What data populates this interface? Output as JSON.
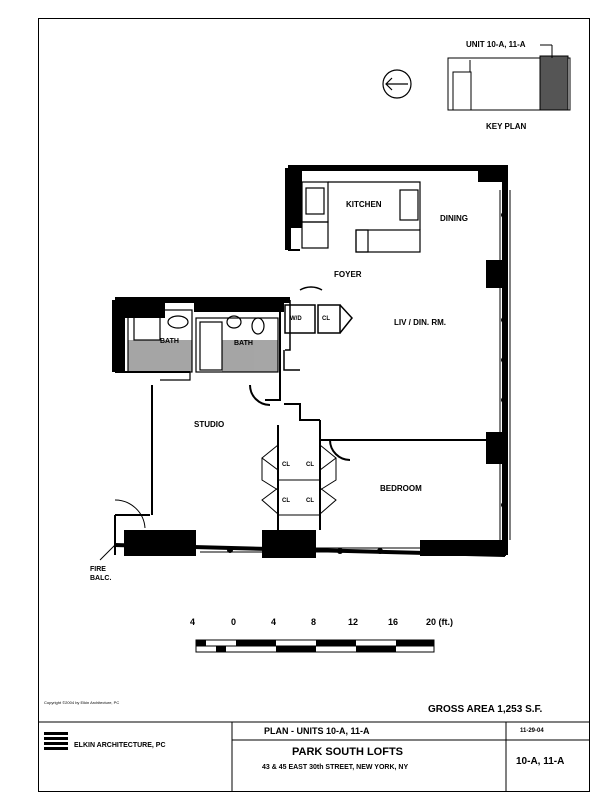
{
  "key_plan": {
    "unit_label": "UNIT 10-A, 11-A",
    "title": "KEY PLAN"
  },
  "rooms": {
    "kitchen": "KITCHEN",
    "dining": "DINING",
    "foyer": "FOYER",
    "liv_din_rm": "LIV / DIN. RM.",
    "bath1": "BATH",
    "bath2": "BATH",
    "wd": "W/D",
    "cl": "CL",
    "studio": "STUDIO",
    "bedroom": "BEDROOM",
    "fire_balc_1": "FIRE",
    "fire_balc_2": "BALC."
  },
  "scale": {
    "ticks": [
      "4",
      "0",
      "4",
      "8",
      "12",
      "16",
      "20 (ft.)"
    ]
  },
  "gross_area": "GROSS AREA 1,253 S.F.",
  "copyright": "Copyright ©2004 by Elkin Architecture, PC",
  "title_block": {
    "firm": "ELKIN ARCHITECTURE, PC",
    "plan": "PLAN - UNITS 10-A, 11-A",
    "date": "11-29-04",
    "project": "PARK SOUTH LOFTS",
    "address": "43 & 45 EAST 30th STREET, NEW YORK, NY",
    "units": "10-A, 11-A"
  },
  "colors": {
    "ink": "#000000",
    "paper": "#ffffff"
  }
}
